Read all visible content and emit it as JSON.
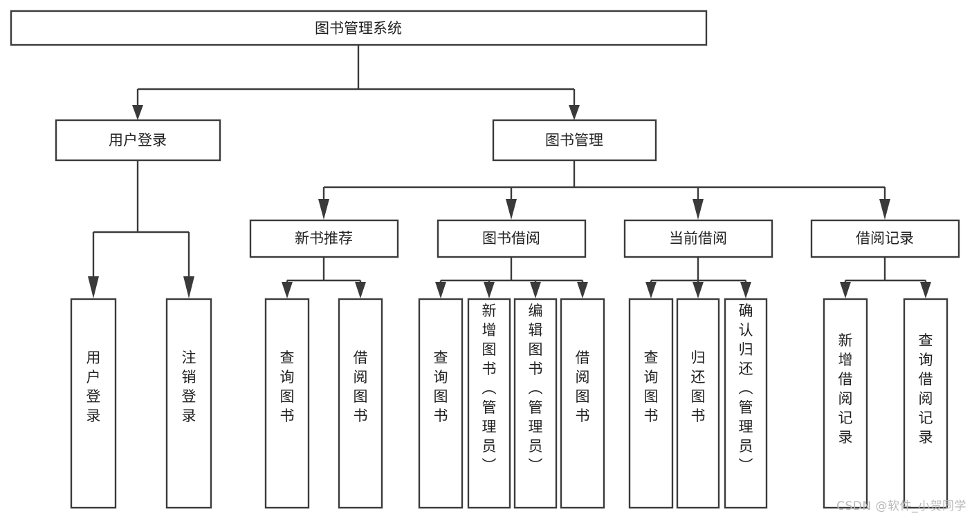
{
  "diagram": {
    "type": "tree",
    "title": "图书管理系统",
    "colors": {
      "background": "#ffffff",
      "box_stroke": "#3a3a3a",
      "box_fill": "#ffffff",
      "text": "#222222",
      "watermark": "#b8b8b8"
    },
    "watermark": "CSDN @软件_小贺同学",
    "root": {
      "label": "图书管理系统"
    },
    "level2": [
      {
        "id": "user-login",
        "label": "用户登录"
      },
      {
        "id": "book-manage",
        "label": "图书管理"
      }
    ],
    "level3": [
      {
        "id": "new-book-recommend",
        "label": "新书推荐",
        "parent": "book-manage"
      },
      {
        "id": "book-borrow",
        "label": "图书借阅",
        "parent": "book-manage"
      },
      {
        "id": "current-borrow",
        "label": "当前借阅",
        "parent": "book-manage"
      },
      {
        "id": "borrow-record",
        "label": "借阅记录",
        "parent": "book-manage"
      }
    ],
    "leaves": {
      "user-login": [
        {
          "id": "leaf-user-login",
          "label": "用户登录"
        },
        {
          "id": "leaf-user-logout",
          "label": "注销登录"
        }
      ],
      "new-book-recommend": [
        {
          "id": "leaf-query-book-1",
          "label": "查询图书"
        },
        {
          "id": "leaf-borrow-book-1",
          "label": "借阅图书"
        }
      ],
      "book-borrow": [
        {
          "id": "leaf-query-book-2",
          "label": "查询图书"
        },
        {
          "id": "leaf-add-book",
          "label": "新增图书（管理员）"
        },
        {
          "id": "leaf-edit-book",
          "label": "编辑图书（管理员）"
        },
        {
          "id": "leaf-borrow-book-2",
          "label": "借阅图书"
        }
      ],
      "current-borrow": [
        {
          "id": "leaf-query-book-3",
          "label": "查询图书"
        },
        {
          "id": "leaf-return-book",
          "label": "归还图书"
        },
        {
          "id": "leaf-confirm-return",
          "label": "确认归还（管理员）"
        }
      ],
      "borrow-record": [
        {
          "id": "leaf-add-record",
          "label": "新增借阅记录"
        },
        {
          "id": "leaf-query-record",
          "label": "查询借阅记录"
        }
      ]
    }
  }
}
